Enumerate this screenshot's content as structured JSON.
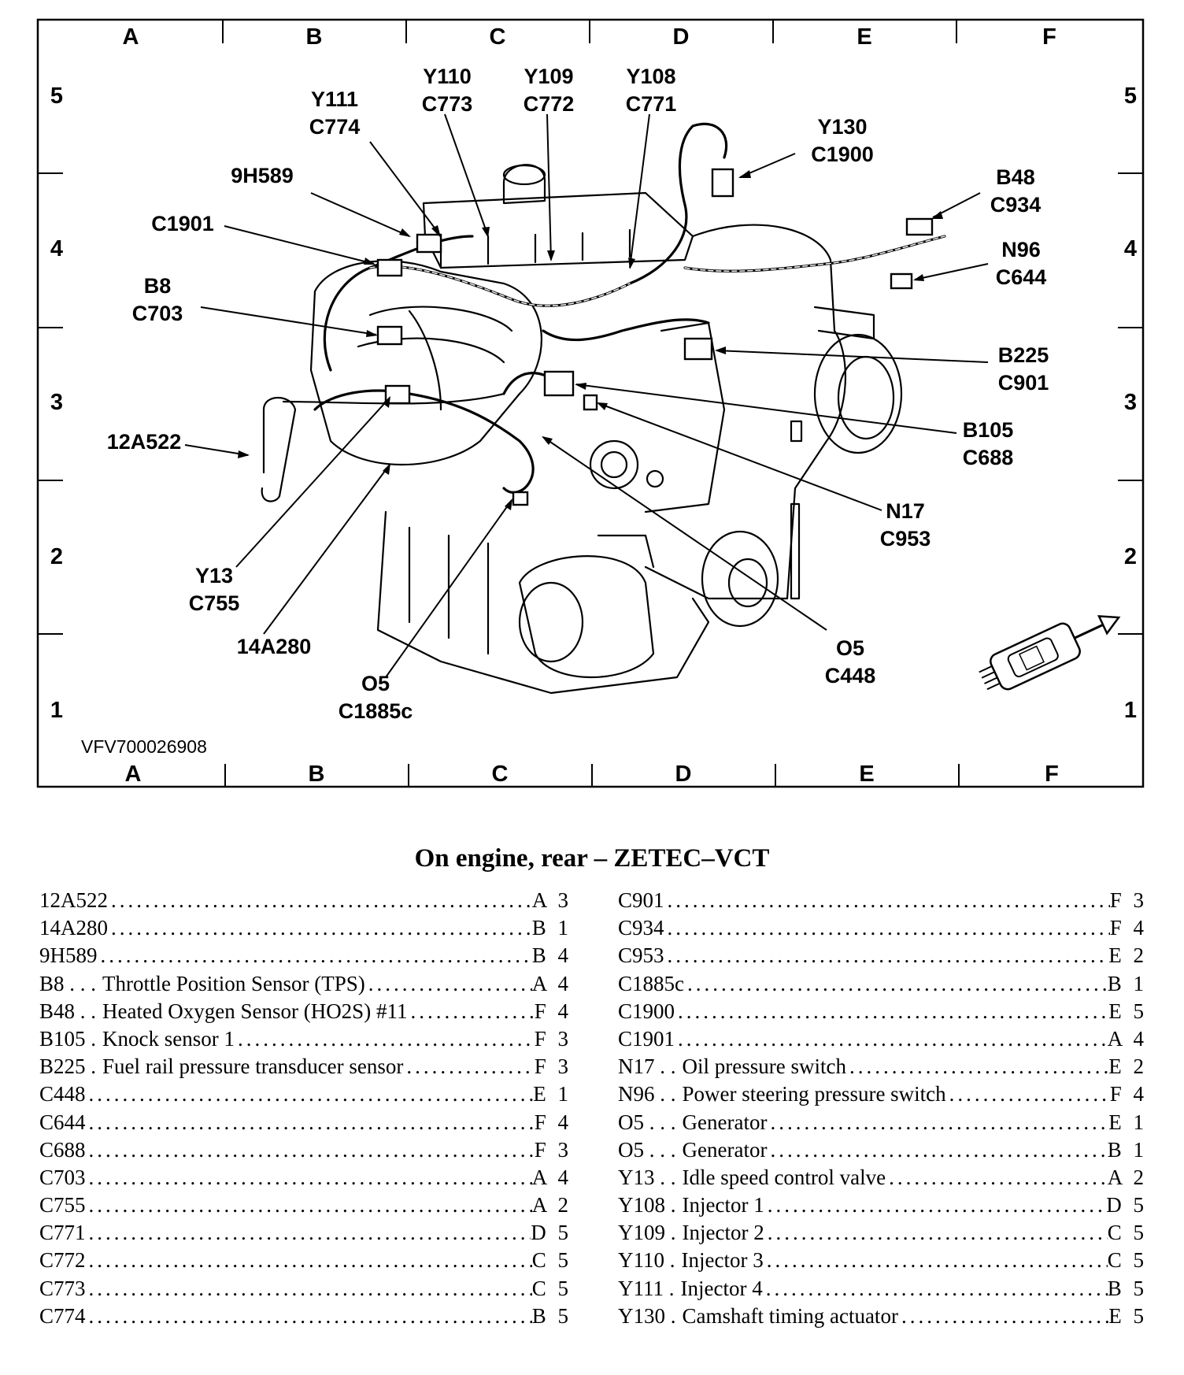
{
  "figure": {
    "grid_columns": [
      "A",
      "B",
      "C",
      "D",
      "E",
      "F"
    ],
    "grid_rows": [
      "5",
      "4",
      "3",
      "2",
      "1"
    ],
    "figure_id": "VFV700026908",
    "callouts": [
      {
        "id": "y111",
        "lines": [
          "Y111",
          "C774"
        ]
      },
      {
        "id": "y110",
        "lines": [
          "Y110",
          "C773"
        ]
      },
      {
        "id": "y109",
        "lines": [
          "Y109",
          "C772"
        ]
      },
      {
        "id": "y108",
        "lines": [
          "Y108",
          "C771"
        ]
      },
      {
        "id": "y130",
        "lines": [
          "Y130",
          "C1900"
        ]
      },
      {
        "id": "b48",
        "lines": [
          "B48",
          "C934"
        ]
      },
      {
        "id": "n96",
        "lines": [
          "N96",
          "C644"
        ]
      },
      {
        "id": "h9589",
        "lines": [
          "9H589"
        ]
      },
      {
        "id": "c1901",
        "lines": [
          "C1901"
        ]
      },
      {
        "id": "b8",
        "lines": [
          "B8",
          "C703"
        ]
      },
      {
        "id": "b225",
        "lines": [
          "B225",
          "C901"
        ]
      },
      {
        "id": "b105",
        "lines": [
          "B105",
          "C688"
        ]
      },
      {
        "id": "a522",
        "lines": [
          "12A522"
        ]
      },
      {
        "id": "n17",
        "lines": [
          "N17",
          "C953"
        ]
      },
      {
        "id": "y13",
        "lines": [
          "Y13",
          "C755"
        ]
      },
      {
        "id": "a280",
        "lines": [
          "14A280"
        ]
      },
      {
        "id": "o5b",
        "lines": [
          "O5",
          "C448"
        ]
      },
      {
        "id": "o5a",
        "lines": [
          "O5",
          "C1885c"
        ]
      }
    ]
  },
  "title": "On engine, rear – ZETEC–VCT",
  "index_left": [
    {
      "code": "12A522",
      "desc": "",
      "loc": "A 3"
    },
    {
      "code": "14A280",
      "desc": "",
      "loc": "B 1"
    },
    {
      "code": "9H589",
      "desc": "",
      "loc": "B 4"
    },
    {
      "code": "B8 . . .",
      "desc": "Throttle Position Sensor (TPS)",
      "loc": "A 4"
    },
    {
      "code": "B48 . .",
      "desc": "Heated Oxygen Sensor (HO2S) #11",
      "loc": "F 4"
    },
    {
      "code": "B105 .",
      "desc": "Knock sensor 1",
      "loc": "F 3"
    },
    {
      "code": "B225 .",
      "desc": "Fuel rail pressure transducer sensor",
      "loc": "F 3"
    },
    {
      "code": "C448",
      "desc": "",
      "loc": "E 1"
    },
    {
      "code": "C644",
      "desc": "",
      "loc": "F 4"
    },
    {
      "code": "C688",
      "desc": "",
      "loc": "F 3"
    },
    {
      "code": "C703",
      "desc": "",
      "loc": "A 4"
    },
    {
      "code": "C755",
      "desc": "",
      "loc": "A 2"
    },
    {
      "code": "C771",
      "desc": "",
      "loc": "D 5"
    },
    {
      "code": "C772",
      "desc": "",
      "loc": "C 5"
    },
    {
      "code": "C773",
      "desc": "",
      "loc": "C 5"
    },
    {
      "code": "C774",
      "desc": "",
      "loc": "B 5"
    }
  ],
  "index_right": [
    {
      "code": "C901",
      "desc": "",
      "loc": "F 3"
    },
    {
      "code": "C934",
      "desc": "",
      "loc": "F 4"
    },
    {
      "code": "C953",
      "desc": "",
      "loc": "E 2"
    },
    {
      "code": "C1885c",
      "desc": "",
      "loc": "B 1"
    },
    {
      "code": "C1900",
      "desc": "",
      "loc": "E 5"
    },
    {
      "code": "C1901",
      "desc": "",
      "loc": "A 4"
    },
    {
      "code": "N17 . .",
      "desc": "Oil pressure switch",
      "loc": "E 2"
    },
    {
      "code": "N96 . .",
      "desc": "Power steering pressure switch",
      "loc": "F 4"
    },
    {
      "code": "O5 . . .",
      "desc": "Generator",
      "loc": "E 1"
    },
    {
      "code": "O5 . . .",
      "desc": "Generator",
      "loc": "B 1"
    },
    {
      "code": "Y13 . .",
      "desc": "Idle speed control valve",
      "loc": "A 2"
    },
    {
      "code": "Y108 .",
      "desc": "Injector 1",
      "loc": "D 5"
    },
    {
      "code": "Y109 .",
      "desc": "Injector 2",
      "loc": "C 5"
    },
    {
      "code": "Y110 .",
      "desc": "Injector 3",
      "loc": "C 5"
    },
    {
      "code": "Y111 .",
      "desc": "Injector 4",
      "loc": "B 5"
    },
    {
      "code": "Y130 .",
      "desc": "Camshaft timing actuator",
      "loc": "E 5"
    }
  ]
}
